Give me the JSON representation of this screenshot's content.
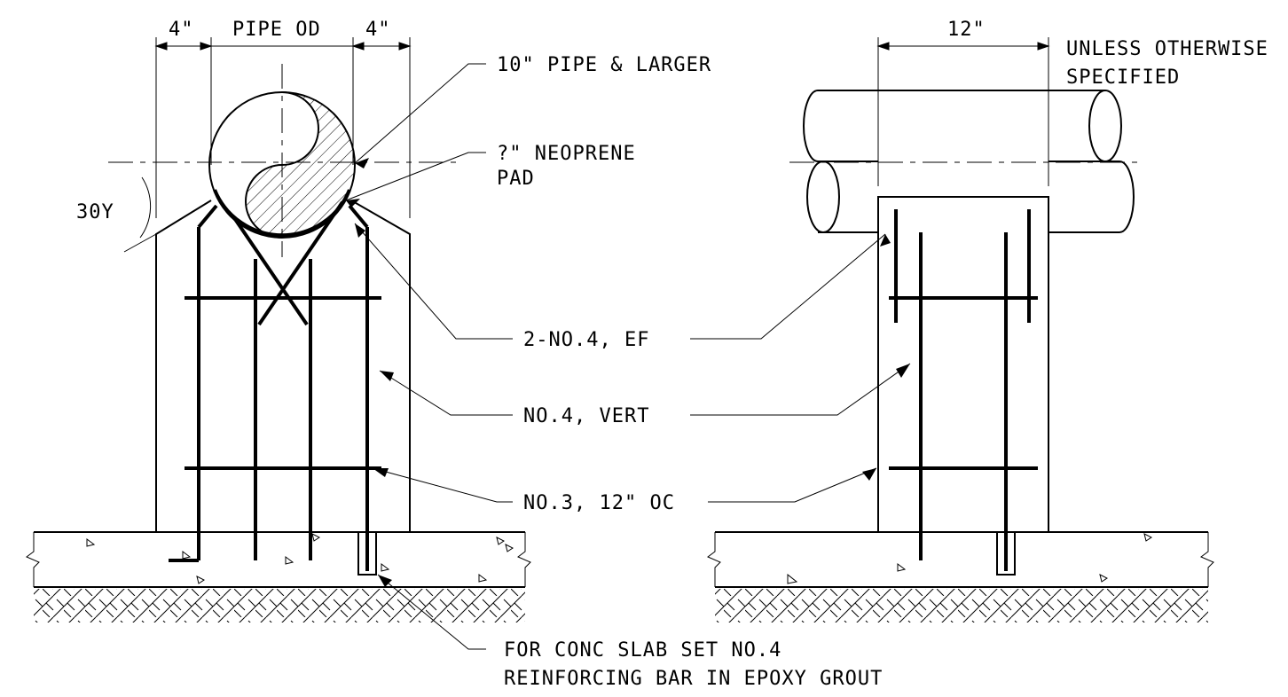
{
  "dimensions": {
    "left_clear": "4\"",
    "pipe_od": "PIPE OD",
    "right_clear": "4\"",
    "width_side": "12\"",
    "angle": "30Y"
  },
  "notes": {
    "pipe_size": "10\" PIPE & LARGER",
    "pad_line1": "?\" NEOPRENE",
    "pad_line2": "PAD",
    "bars_ef": "2-NO.4, EF",
    "vert_bars": "NO.4, VERT",
    "ties": "NO.3, 12\" OC",
    "unless_line1": "UNLESS OTHERWISE",
    "unless_line2": "SPECIFIED",
    "slab_line1": "FOR CONC SLAB SET NO.4",
    "slab_line2": "REINFORCING BAR IN EPOXY GROUT"
  }
}
